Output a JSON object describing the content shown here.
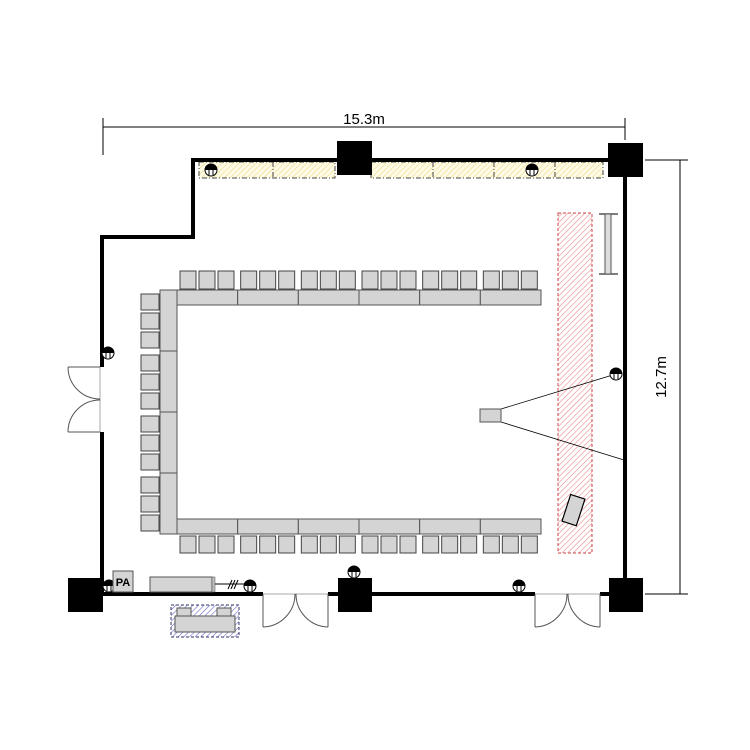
{
  "dimensions": {
    "width_label": "15.3m",
    "height_label": "12.7m"
  },
  "equipment": {
    "pa_label": "PA"
  },
  "layout": {
    "top_table_segments": 6,
    "bottom_table_segments": 6,
    "left_table_segments": 4,
    "chairs_per_segment": 3
  },
  "colors": {
    "wall": "#000000",
    "table": "#d4d4d4",
    "stage_hatch": "#e88a8a",
    "window_hatch": "#e8dc8a",
    "storage_hatch": "#6a6ac8"
  }
}
